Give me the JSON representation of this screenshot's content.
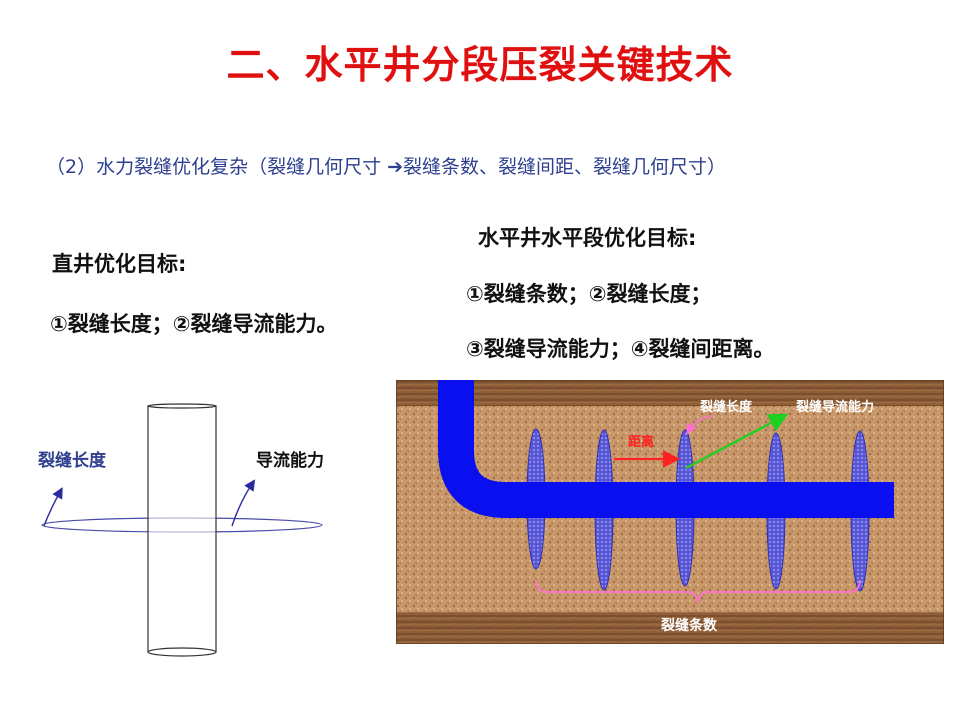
{
  "slide": {
    "title": "二、水平井分段压裂关键技术",
    "subtitle": "（2）水力裂缝优化复杂（裂缝几何尺寸  ➔裂缝条数、裂缝间距、裂缝几何尺寸）",
    "vertical_well": {
      "heading": "直井优化目标:",
      "line": "①裂缝长度；②裂缝导流能力。"
    },
    "horizontal_well": {
      "heading": "水平井水平段优化目标:",
      "line1": "①裂缝条数；②裂缝长度；",
      "line2": "③裂缝导流能力；④裂缝间距离。"
    }
  },
  "left_diagram": {
    "label_length": "裂缝长度",
    "label_conductivity": "导流能力"
  },
  "right_diagram": {
    "label_length": "裂缝长度",
    "label_conductivity": "裂缝导流能力",
    "label_spacing": "距离",
    "label_count": "裂缝条数"
  },
  "colors": {
    "title": "#e01010",
    "subtitle": "#2e3f8f",
    "wellbore": "#0a0ff0",
    "fracture": "#5858d8",
    "rock": "#c89868",
    "shale": "#8a5a34"
  }
}
